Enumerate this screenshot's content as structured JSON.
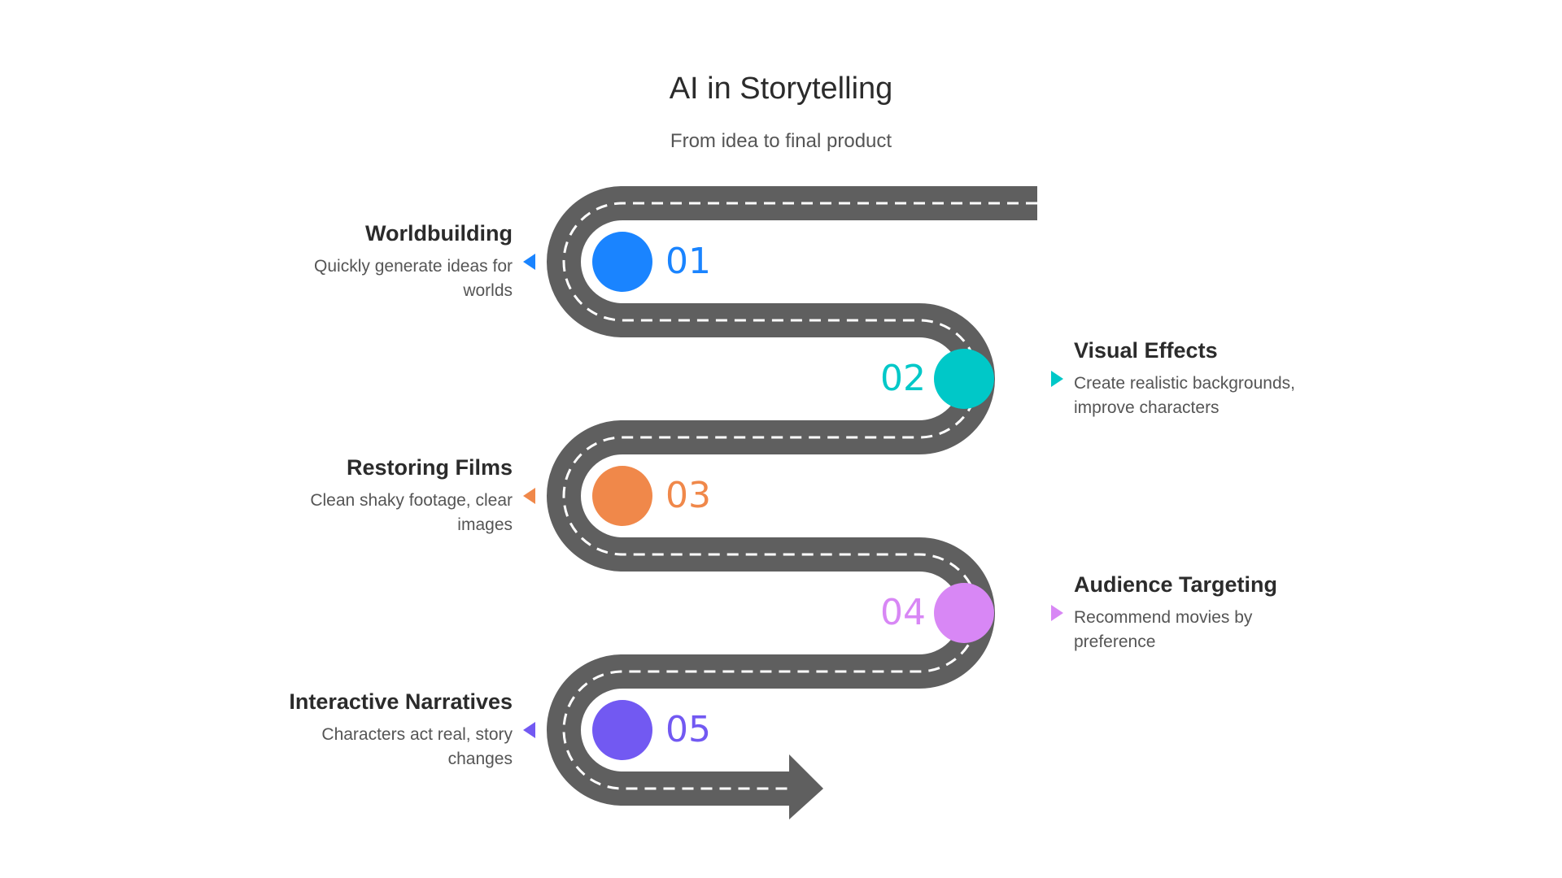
{
  "title": "AI in Storytelling",
  "subtitle": "From idea to final product",
  "steps": [
    {
      "number": "01",
      "heading": "Worldbuilding",
      "description": "Quickly generate ideas for worlds",
      "color": "#1a84ff",
      "side": "left"
    },
    {
      "number": "02",
      "heading": "Visual Effects",
      "description": "Create realistic backgrounds, improve characters",
      "color": "#00c8c8",
      "side": "right"
    },
    {
      "number": "03",
      "heading": "Restoring Films",
      "description": "Clean shaky footage, clear images",
      "color": "#f0884a",
      "side": "left"
    },
    {
      "number": "04",
      "heading": "Audience Targeting",
      "description": "Recommend movies by preference",
      "color": "#d887f5",
      "side": "right"
    },
    {
      "number": "05",
      "heading": "Interactive Narratives",
      "description": "Characters act real, story changes",
      "color": "#7259f2",
      "side": "left"
    }
  ],
  "colors": {
    "road": "#5f5f5f",
    "lane": "#ffffff"
  }
}
